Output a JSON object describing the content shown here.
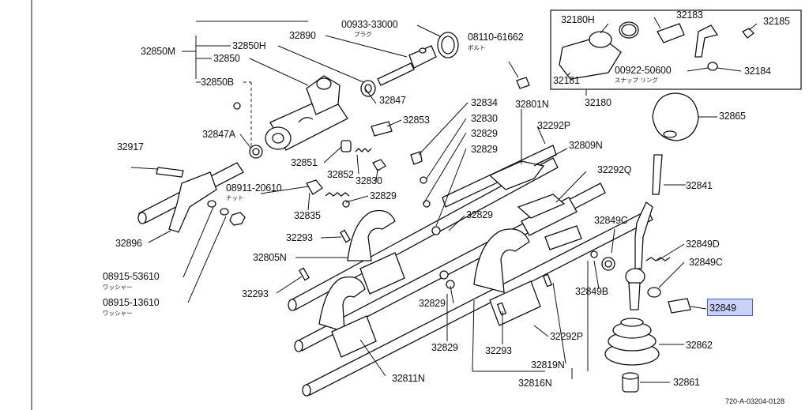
{
  "diagram": {
    "code": "720-A-03204-0128",
    "highlight_color": "#c8d2f6",
    "labels": {
      "p00933": "00933-33000",
      "p00933_jp": "プラグ",
      "p32890": "32890",
      "p32850M": "32850M",
      "p32850H": "32850H",
      "p32850": "32850",
      "p32850B": "32850B",
      "p32847": "32847",
      "p32853": "32853",
      "p32847A": "32847A",
      "p32917": "32917",
      "p32851": "32851",
      "p32852": "32852",
      "p32830b": "32830",
      "p08911": "08911-20610",
      "p08911_jp": "ナット",
      "p32829a": "32829",
      "p32835": "32835",
      "p32896": "32896",
      "p08915a": "08915-53610",
      "p08915a_jp": "ワッシャー",
      "p08915b": "08915-13610",
      "p08915b_jp": "ワッシャー",
      "p32293a": "32293",
      "p32805N": "32805N",
      "p32293b": "32293",
      "p32834": "32834",
      "p32830a": "32830",
      "p32829b": "32829",
      "p32829c": "32829",
      "p32801N": "32801N",
      "p32292Pa": "32292P",
      "p32809N": "32809N",
      "p32292Q": "32292Q",
      "p32829d": "32829",
      "p32829e": "32829",
      "p32829f": "32829",
      "p32293c": "32293",
      "p32811N": "32811N",
      "p32819N": "32819N",
      "p32816N": "32816N",
      "p32292Pb": "32292P",
      "p08110": "08110-61662",
      "p08110_jp": "ボルト",
      "p32180H": "32180H",
      "p32183": "32183",
      "p32185": "32185",
      "p32181": "32181",
      "p00922": "00922-50600",
      "p00922_jp": "スナップ リング",
      "p32184": "32184",
      "p32180": "32180",
      "p32865": "32865",
      "p32841": "32841",
      "p32849C_a": "32849C",
      "p32849D": "32849D",
      "p32849C_b": "32849C",
      "p32849B": "32849B",
      "p32849": "32849",
      "p32862": "32862",
      "p32861": "32861"
    }
  }
}
